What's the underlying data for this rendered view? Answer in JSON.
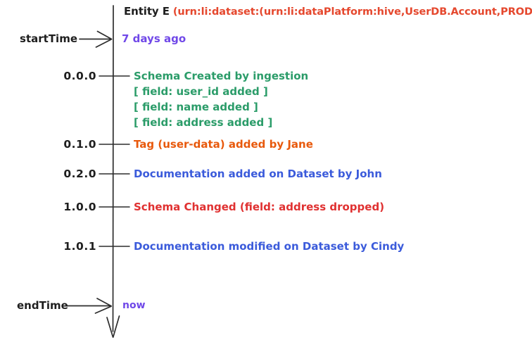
{
  "title": {
    "entity": "Entity E",
    "urn": "(urn:li:dataset:(urn:li:dataPlatform:hive,UserDB.Account,PROD)"
  },
  "colors": {
    "axis": "#2d2d2d",
    "black_text": "#1e1e1e",
    "title_urn": "#e5482e",
    "time_value": "#7048e8"
  },
  "timeline": {
    "start": {
      "label": "startTime",
      "value": "7 days ago"
    },
    "end": {
      "label": "endTime",
      "value": "now"
    },
    "events": [
      {
        "version": "0.0.0",
        "color": "#2b9c69",
        "lines": [
          "Schema Created by ingestion",
          "[ field: user_id added ]",
          "[ field: name added ]",
          "[ field: address added ]"
        ]
      },
      {
        "version": "0.1.0",
        "color": "#e8590c",
        "lines": [
          "Tag (user-data) added by Jane"
        ]
      },
      {
        "version": "0.2.0",
        "color": "#3b5bdb",
        "lines": [
          "Documentation added on Dataset by John"
        ]
      },
      {
        "version": "1.0.0",
        "color": "#e03131",
        "lines": [
          "Schema Changed (field: address dropped)"
        ]
      },
      {
        "version": "1.0.1",
        "color": "#3b5bdb",
        "lines": [
          "Documentation modified on Dataset by Cindy"
        ]
      }
    ]
  }
}
